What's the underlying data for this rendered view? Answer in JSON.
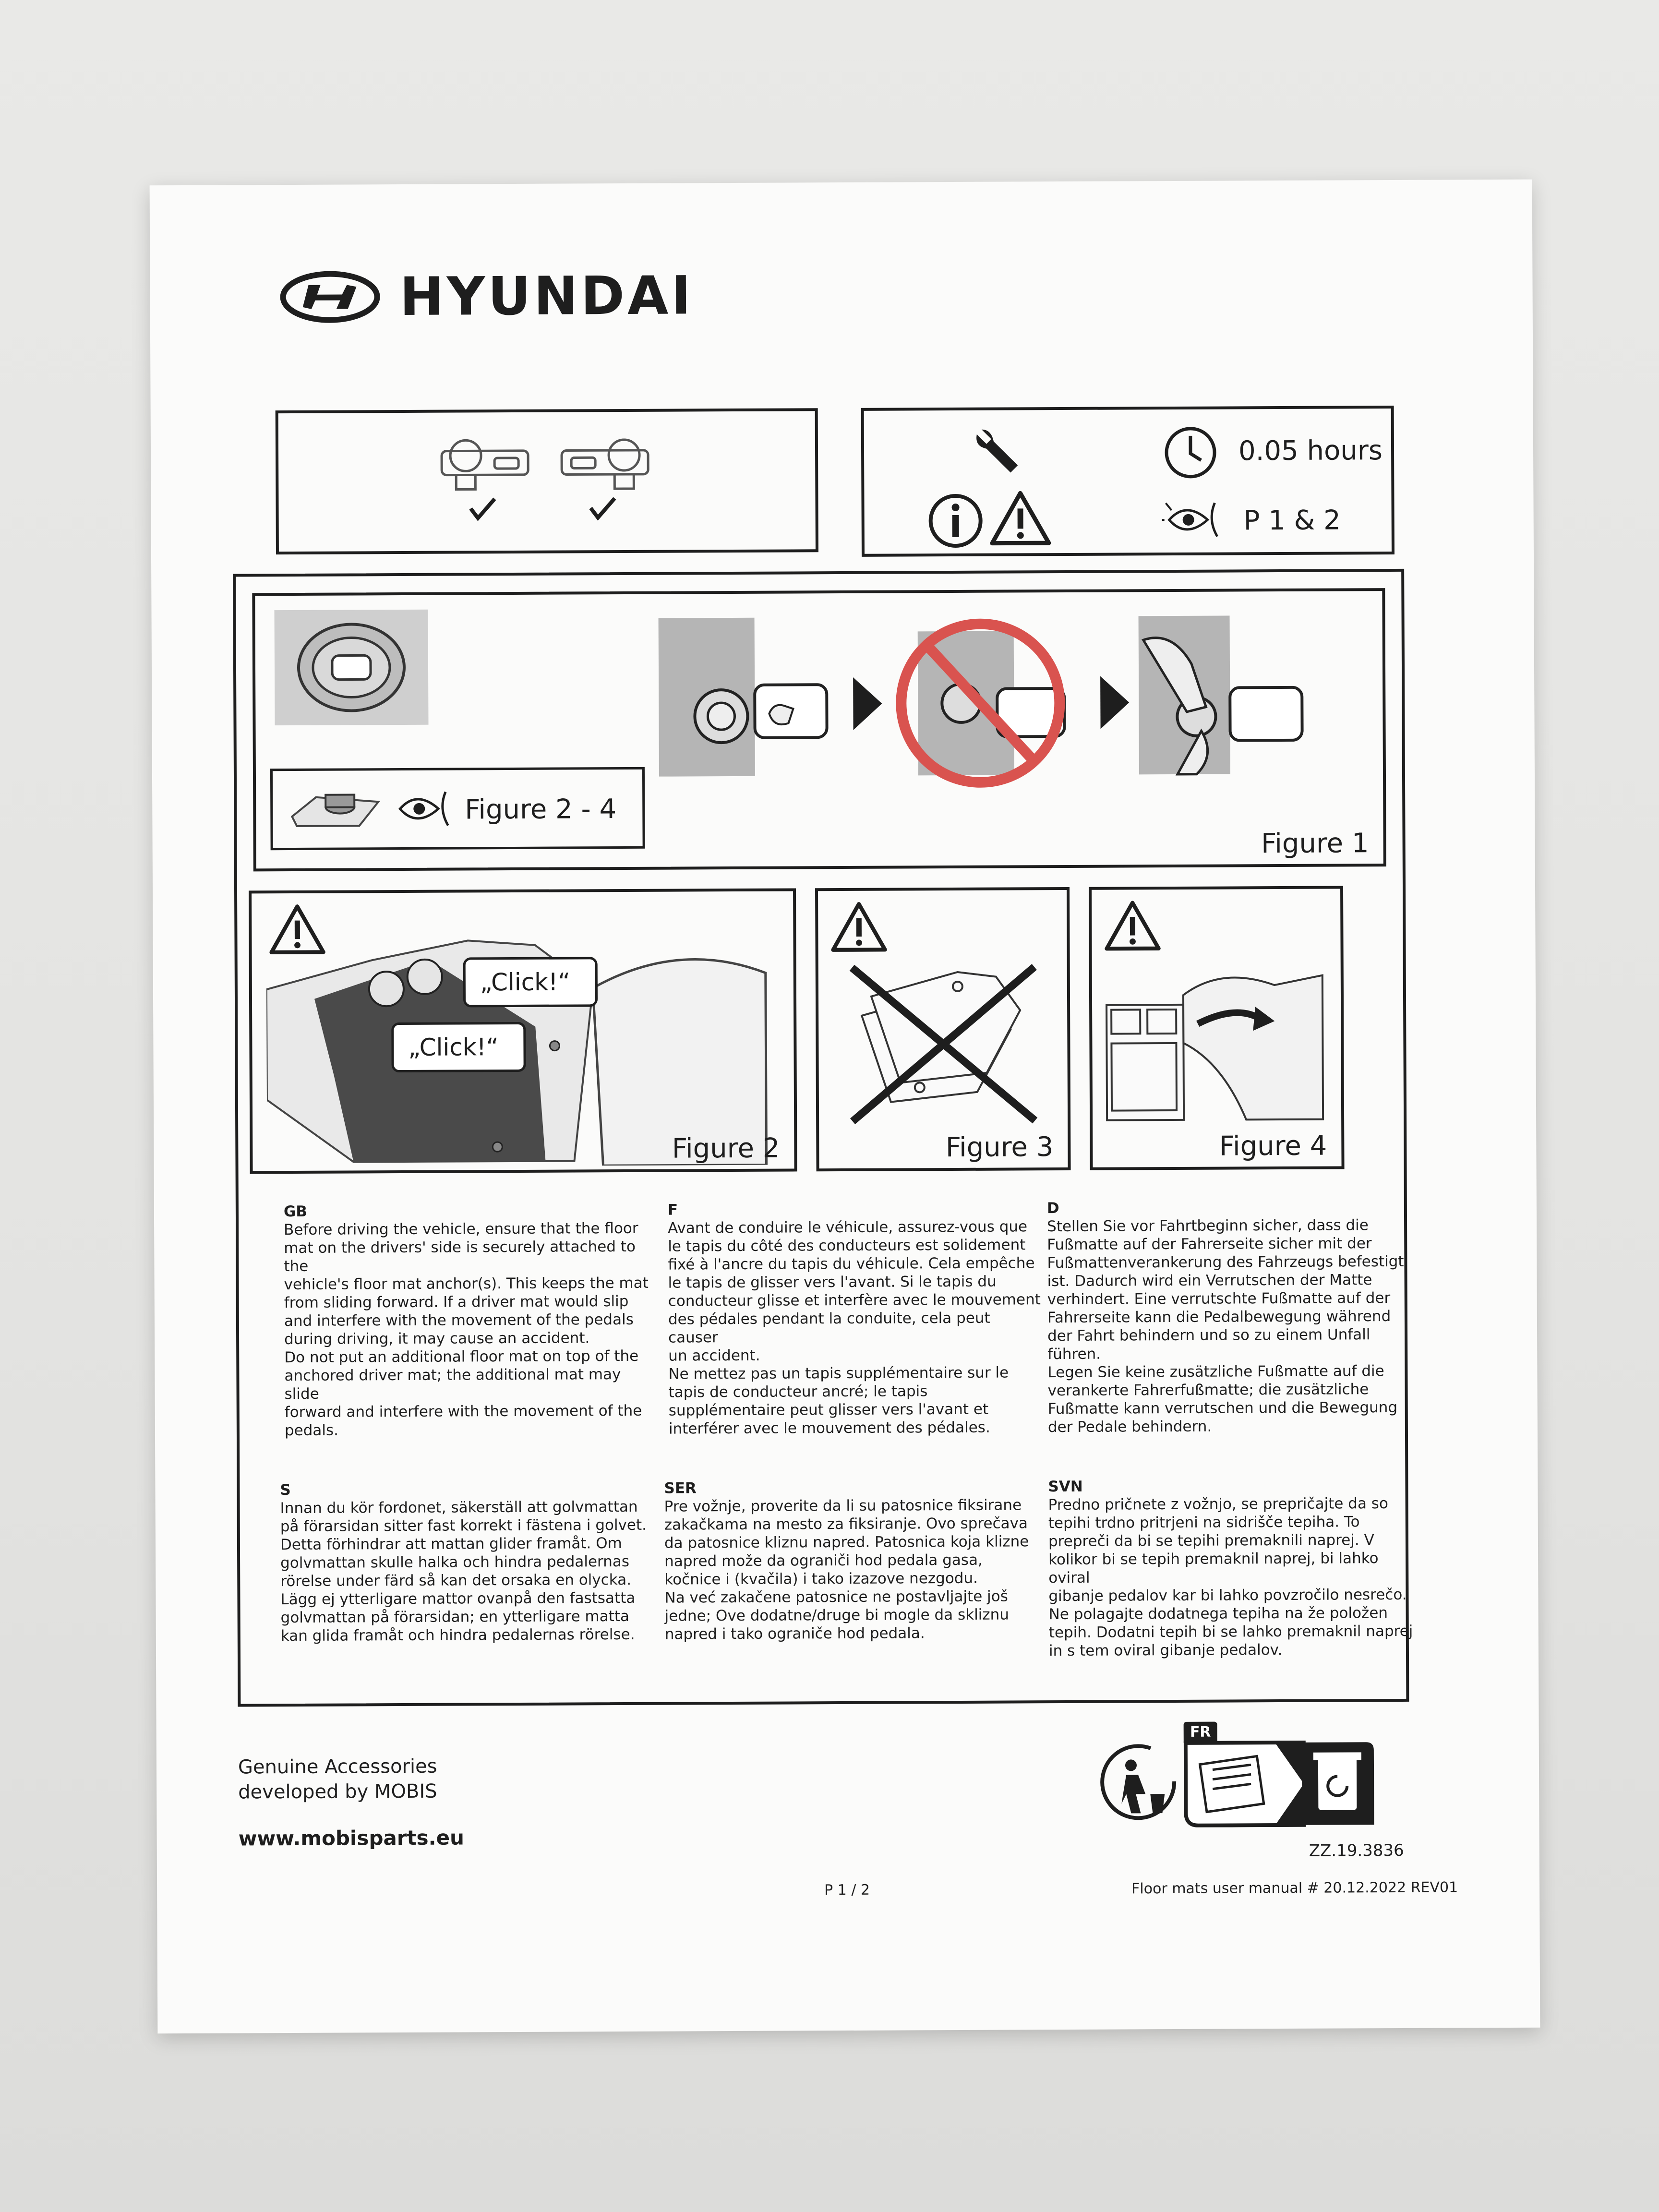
{
  "brand": {
    "name": "HYUNDAI"
  },
  "info": {
    "time": "0.05 hours",
    "pages_ref": "P 1 & 2"
  },
  "figures": {
    "ref_label": "Figure 2 - 4",
    "fig1": "Figure 1",
    "fig2": "Figure 2",
    "fig3": "Figure 3",
    "fig4": "Figure 4",
    "click1": "„Click!“",
    "click2": "„Click!“"
  },
  "text": {
    "gb": {
      "lang": "GB",
      "body": "Before driving the vehicle, ensure that the floor\nmat on the drivers' side is securely attached to the\nvehicle's floor mat anchor(s). This keeps the mat\nfrom sliding forward. If a driver mat would slip\nand interfere with the movement of the pedals\nduring driving, it may cause an accident.\nDo not put an additional floor mat on top of the\nanchored driver mat; the additional mat may slide\nforward and interfere with the movement of the\npedals."
    },
    "f": {
      "lang": "F",
      "body": "Avant de conduire le véhicule, assurez-vous que\nle tapis  du côté des conducteurs est solidement\nfixé à l'ancre du tapis du véhicule. Cela empêche\nle tapis de glisser vers l'avant. Si le tapis du\nconducteur glisse et interfère avec le mouvement\ndes pédales pendant la conduite, cela peut causer\nun accident.\nNe mettez pas un tapis  supplémentaire sur le\ntapis de conducteur ancré; le tapis\nsupplémentaire peut glisser vers l'avant et\ninterférer avec le mouvement des pédales."
    },
    "d": {
      "lang": "D",
      "body": "Stellen Sie vor Fahrtbeginn sicher, dass die\nFußmatte auf der Fahrerseite sicher mit der\nFußmattenverankerung des Fahrzeugs befestigt\nist. Dadurch wird ein Verrutschen der Matte\nverhindert. Eine verrutschte Fußmatte auf der\nFahrerseite kann die Pedalbewegung während\nder Fahrt behindern und so zu einem Unfall\nführen.\nLegen Sie keine zusätzliche Fußmatte auf die\nverankerte Fahrerfußmatte; die zusätzliche\nFußmatte kann verrutschen und die Bewegung\nder Pedale behindern."
    },
    "s": {
      "lang": "S",
      "body": "Innan du kör fordonet, säkerställ att golvmattan\npå förarsidan sitter fast korrekt i fästena i golvet.\nDetta förhindrar att mattan glider framåt. Om\ngolvmattan skulle halka och hindra pedalernas\nrörelse under färd så kan det orsaka en olycka.\nLägg ej ytterligare mattor ovanpå den fastsatta\ngolvmattan på förarsidan; en ytterligare matta\nkan glida framåt och hindra pedalernas rörelse."
    },
    "ser": {
      "lang": "SER",
      "body": "Pre vožnje, proverite da li su patosnice fiksirane\nzakačkama na mesto za fiksiranje. Ovo sprečava\nda patosnice kliznu napred. Patosnica koja klizne\nnapred može da ograniči hod pedala gasa,\nkočnice i (kvačila) i tako izazove nezgodu.\nNa već zakačene patosnice ne postavljajte još\njedne; Ove dodatne/druge bi mogle da skliznu\nnapred i tako ograniče hod pedala."
    },
    "svn": {
      "lang": "SVN",
      "body": "Predno pričnete z vožnjo, se prepričajte da so\ntepihi trdno pritrjeni na sidrišče tepiha. To\nprepreči da bi se tepihi premaknili naprej. V\nkolikor bi se tepih premaknil naprej, bi lahko oviral\ngibanje pedalov kar bi lahko povzročilo nesrečo.\nNe polagajte dodatnega tepiha na že položen\ntepih. Dodatni tepih bi se lahko premaknil naprej\nin s tem oviral gibanje pedalov."
    }
  },
  "footer": {
    "genuine_line1": "Genuine Accessories",
    "genuine_line2": "developed by MOBIS",
    "url": "www.mobisparts.eu",
    "page": "P 1 / 2",
    "manual": "Floor mats user manual # 20.12.2022 REV01",
    "code": "ZZ.19.3836",
    "fr_badge": "FR"
  }
}
